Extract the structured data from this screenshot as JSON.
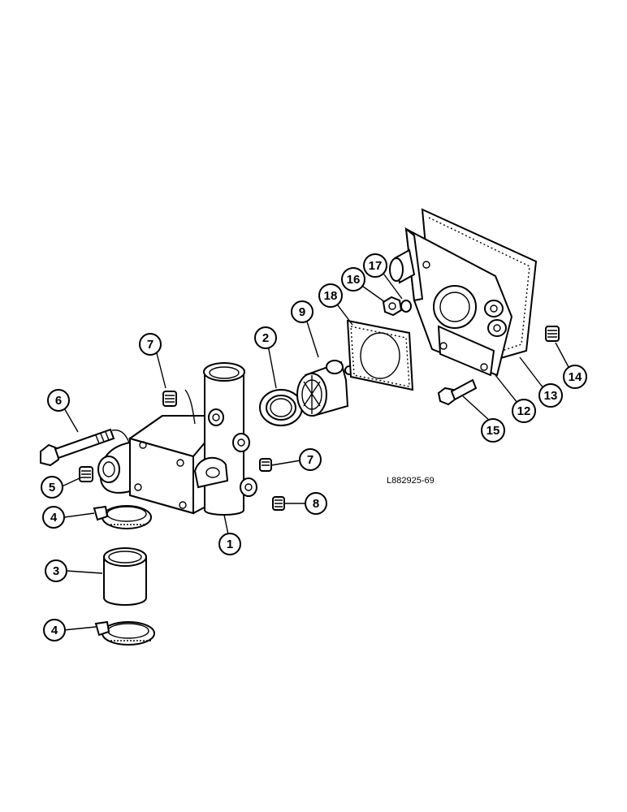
{
  "diagram": {
    "reference_code": "L882925-69",
    "callouts": [
      "1",
      "2",
      "3",
      "4",
      "4",
      "5",
      "6",
      "7",
      "7",
      "8",
      "9",
      "12",
      "13",
      "14",
      "15",
      "16",
      "17",
      "18"
    ]
  }
}
